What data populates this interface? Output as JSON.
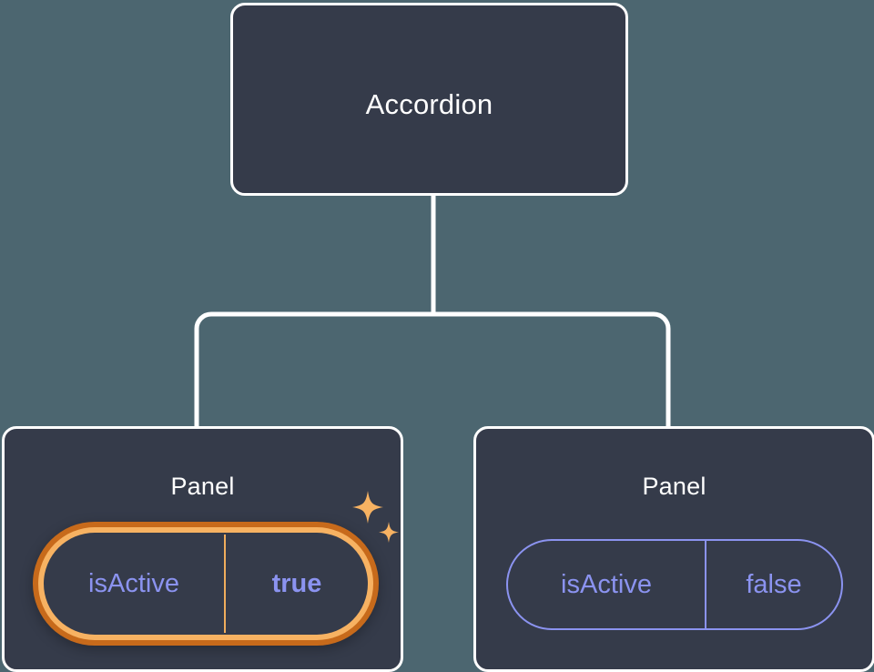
{
  "theme": {
    "page_background": "#4c6670",
    "card_background": "#353b4a",
    "card_border": "#ffffff",
    "connector_color": "#ffffff",
    "prop_text_color": "#8b93f0",
    "prop_border_color": "#8b93f0",
    "highlight_outer_color": "#c76a1b",
    "highlight_inner_color": "#f7b262",
    "sparkle_color": "#f7b262"
  },
  "tree": {
    "root": {
      "title": "Accordion"
    },
    "children": [
      {
        "title": "Panel",
        "highlighted": true,
        "prop": {
          "key": "isActive",
          "value": "true",
          "value_bold": true
        },
        "sparkle_icons": [
          "sparkle-large-icon",
          "sparkle-small-icon"
        ]
      },
      {
        "title": "Panel",
        "highlighted": false,
        "prop": {
          "key": "isActive",
          "value": "false",
          "value_bold": false
        }
      }
    ]
  }
}
